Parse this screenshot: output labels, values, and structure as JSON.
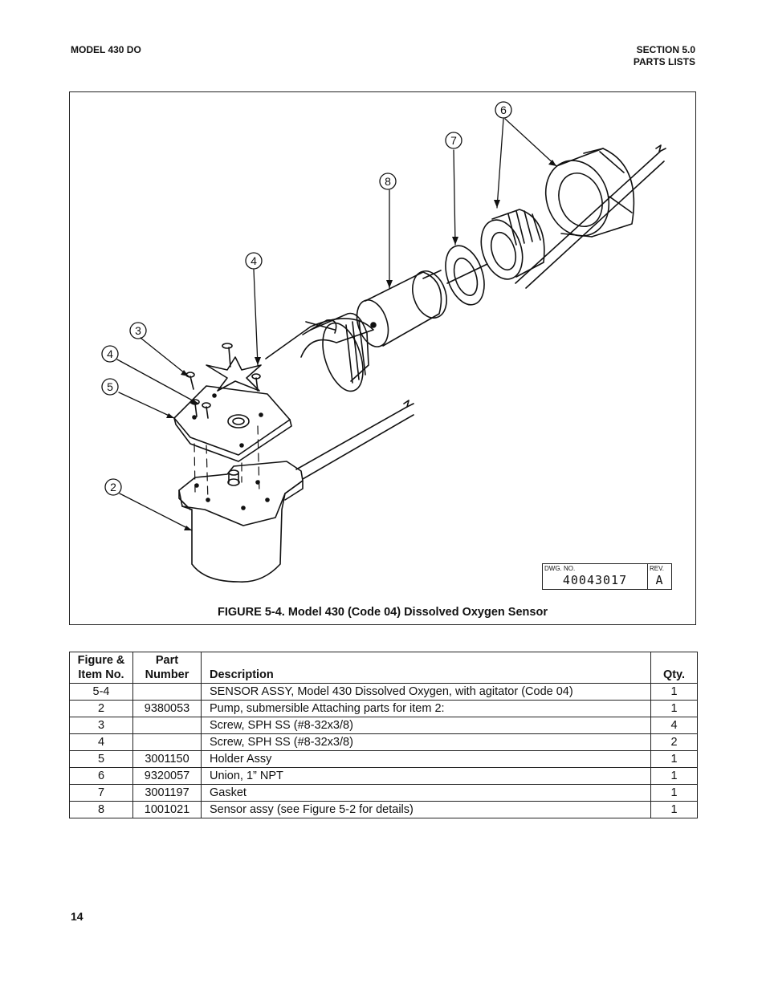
{
  "header": {
    "left": "MODEL 430 DO",
    "right_line1": "SECTION 5.0",
    "right_line2": "PARTS LISTS"
  },
  "figure": {
    "caption": "FIGURE 5-4. Model 430 (Code 04) Dissolved Oxygen Sensor",
    "callouts": [
      "2",
      "3",
      "4",
      "4",
      "5",
      "6",
      "7",
      "8"
    ],
    "title_block": {
      "dwg_label": "DWG. NO.",
      "dwg_number": "40043017",
      "rev_label": "REV.",
      "rev_value": "A"
    }
  },
  "table": {
    "headers": {
      "fig_line1": "Figure &",
      "fig_line2": "Item No.",
      "pn_line1": "Part",
      "pn_line2": "Number",
      "desc": "Description",
      "qty": "Qty."
    },
    "rows": [
      {
        "fig": "5-4",
        "pn": "",
        "desc": "SENSOR ASSY, Model 430 Dissolved Oxygen, with agitator (Code 04)",
        "qty": "1"
      },
      {
        "fig": "2",
        "pn": "9380053",
        "desc": "Pump, submersible Attaching parts for item 2:",
        "qty": "1"
      },
      {
        "fig": "3",
        "pn": "",
        "desc": "Screw, SPH SS (#8-32x3/8)",
        "qty": "4"
      },
      {
        "fig": "4",
        "pn": "",
        "desc": "Screw, SPH SS (#8-32x3/8)",
        "qty": "2"
      },
      {
        "fig": "5",
        "pn": "3001150",
        "desc": "Holder Assy",
        "qty": "1"
      },
      {
        "fig": "6",
        "pn": "9320057",
        "desc": "Union, 1” NPT",
        "qty": "1"
      },
      {
        "fig": "7",
        "pn": "3001197",
        "desc": "Gasket",
        "qty": "1"
      },
      {
        "fig": "8",
        "pn": "1001021",
        "desc": "Sensor assy (see Figure 5-2 for details)",
        "qty": "1"
      }
    ]
  },
  "page_number": "14"
}
